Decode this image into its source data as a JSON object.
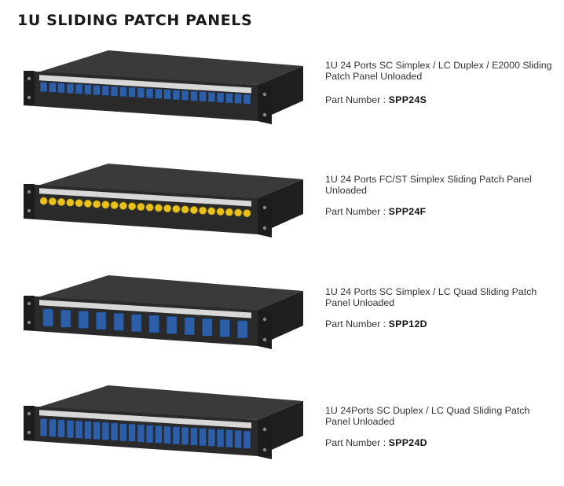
{
  "page_title": "1U SLIDING PATCH PANELS",
  "part_number_label": "Part Number : ",
  "products": [
    {
      "description": "1U 24 Ports SC Simplex / LC Duplex / E2000 Sliding Patch Panel Unloaded",
      "part_number": "SPP24S",
      "adapter_style": "sc-simplex-blue",
      "adapter_count": 24
    },
    {
      "description": "1U 24 Ports FC/ST Simplex Sliding Patch Panel Unloaded",
      "part_number": "SPP24F",
      "adapter_style": "fc-st-yellow",
      "adapter_count": 24
    },
    {
      "description": "1U 24 Ports SC Simplex / LC Quad Sliding Patch Panel Unloaded",
      "part_number": "SPP12D",
      "adapter_style": "lc-quad-blue",
      "adapter_count": 12
    },
    {
      "description": "1U 24Ports SC Duplex / LC Quad Sliding Patch Panel Unloaded",
      "part_number": "SPP24D",
      "adapter_style": "sc-duplex-blue",
      "adapter_count": 24
    }
  ],
  "colors": {
    "panel_body": "#2a2a2a",
    "panel_top": "#3a3a3a",
    "adapter_blue": "#2d5fa8",
    "adapter_yellow": "#e8c21a",
    "label_strip": "#d8d8d8"
  }
}
